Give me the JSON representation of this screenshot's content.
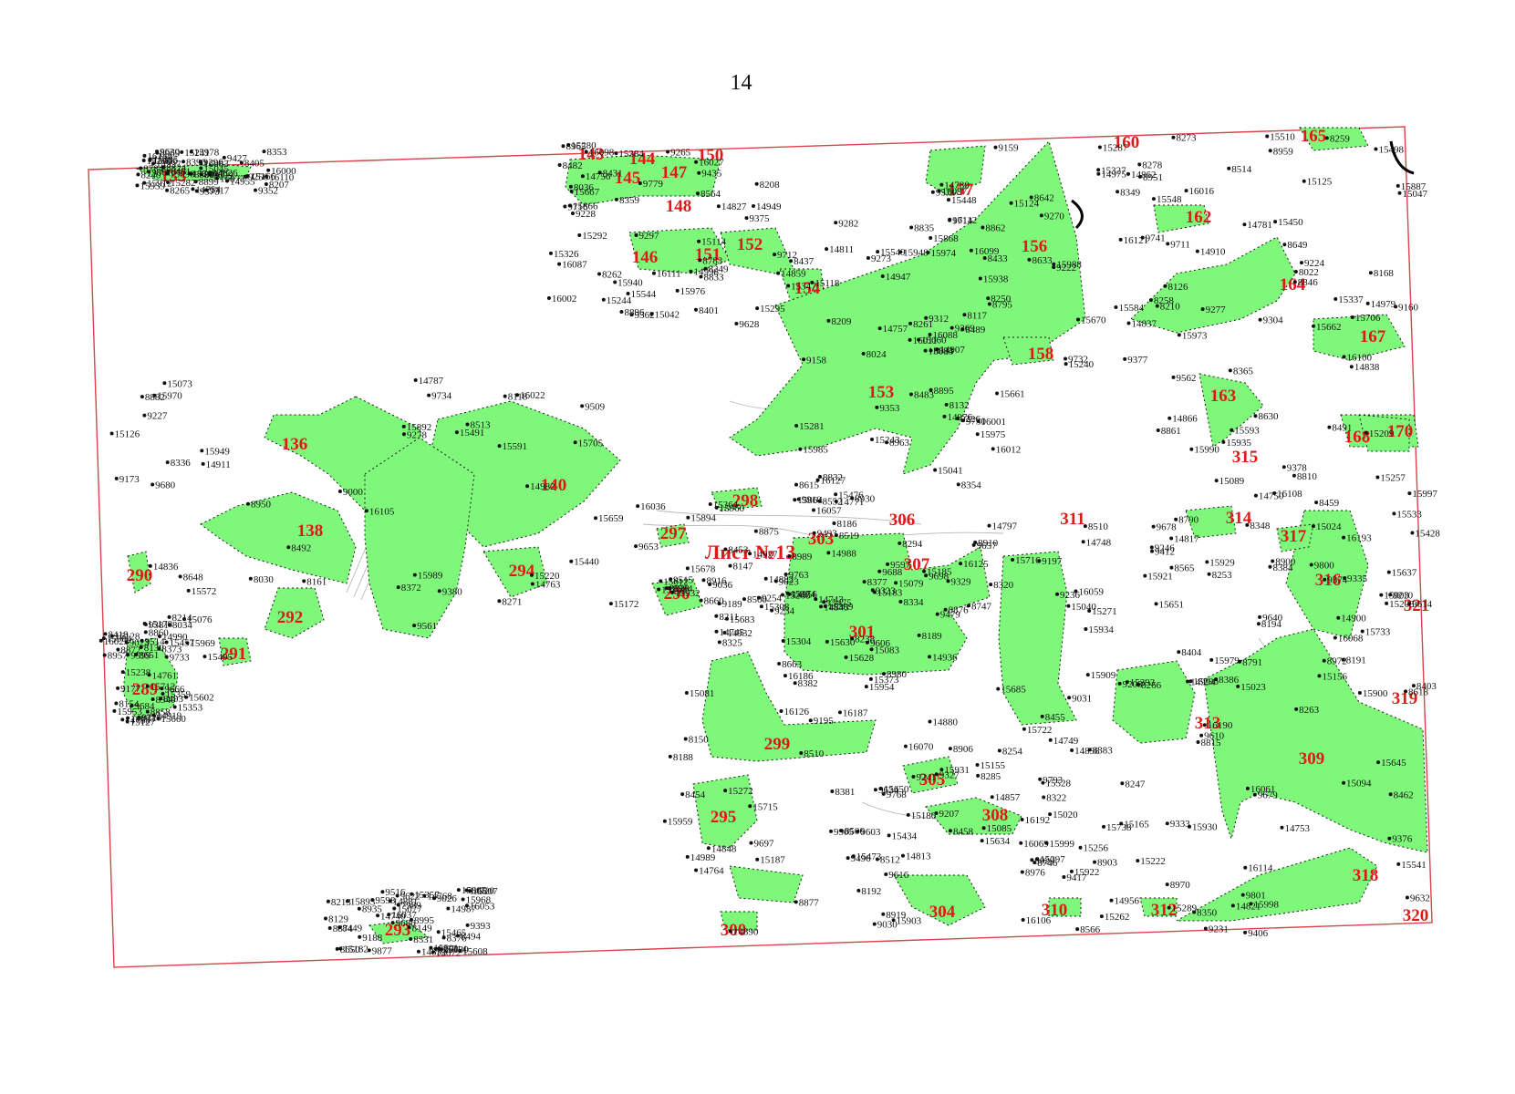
{
  "page": {
    "number": "14"
  },
  "sheet": {
    "label": "Лист №13"
  },
  "region_labels": [
    "133",
    "136",
    "138",
    "140",
    "143",
    "144",
    "145",
    "147",
    "148",
    "150",
    "151",
    "152",
    "146",
    "154",
    "153",
    "156",
    "157",
    "158",
    "160",
    "162",
    "163",
    "164",
    "165",
    "167",
    "168",
    "170",
    "289",
    "290",
    "291",
    "292",
    "293",
    "294",
    "295",
    "296",
    "297",
    "298",
    "299",
    "300",
    "301",
    "303",
    "304",
    "305",
    "306",
    "307",
    "308",
    "309",
    "310",
    "311",
    "312",
    "313",
    "314",
    "315",
    "316",
    "317",
    "318",
    "319",
    "320",
    "321"
  ],
  "point_labels": [
    "8037",
    "8036",
    "8024",
    "8023",
    "8022",
    "8030",
    "8034",
    "7989",
    "8552",
    "8510",
    "8519",
    "8566",
    "8565",
    "8618",
    "8561",
    "8564",
    "8615",
    "8642",
    "8649",
    "8648",
    "8651",
    "8650",
    "8660",
    "8663",
    "8747",
    "8746",
    "8790",
    "8791",
    "8784",
    "8783",
    "8795",
    "8633",
    "8630",
    "9000",
    "9023",
    "9026",
    "9036",
    "9030",
    "9031",
    "9029",
    "8810",
    "8815",
    "8824",
    "8833",
    "8832",
    "8835",
    "8846",
    "8860",
    "8858",
    "8995",
    "8994",
    "8980",
    "8989",
    "8976",
    "8972",
    "8970",
    "8969",
    "8965",
    "8963",
    "8951",
    "8959",
    "8950",
    "8957",
    "8935",
    "8930",
    "8916",
    "8910",
    "8906",
    "8900",
    "8903",
    "8899",
    "8896",
    "8895",
    "8862",
    "8861",
    "8882",
    "8872",
    "8874",
    "8875",
    "8877",
    "8876",
    "8919",
    "9374",
    "9376",
    "9373",
    "9375",
    "9353",
    "9377",
    "9378",
    "9380",
    "9381",
    "9393",
    "9493",
    "9496",
    "9479",
    "9417",
    "9412",
    "9406",
    "9427",
    "9435",
    "9158",
    "9159",
    "9160",
    "9173",
    "9177",
    "9188",
    "9189",
    "9195",
    "9197",
    "9207",
    "9210",
    "9203",
    "9296",
    "9297",
    "9282",
    "9312",
    "9304",
    "9509",
    "9514",
    "9516",
    "9515",
    "9323",
    "9329",
    "9327",
    "9335",
    "9333",
    "9352",
    "9362",
    "9369",
    "9571",
    "9562",
    "9561",
    "9599",
    "9598",
    "9597",
    "9603",
    "9606",
    "9616",
    "9614",
    "9610",
    "9609",
    "9228",
    "9226",
    "9222",
    "9224",
    "9227",
    "9229",
    "9250",
    "9254",
    "9234",
    "9236",
    "9241",
    "9246",
    "9231",
    "9256",
    "9265",
    "9273",
    "9270",
    "9277",
    "9278",
    "9666",
    "9622",
    "9653",
    "9623",
    "9657",
    "9624",
    "9640",
    "9632",
    "9630",
    "9628",
    "9730",
    "9732",
    "9741",
    "9734",
    "9733",
    "9877",
    "9910",
    "9905",
    "9763",
    "9768",
    "9678",
    "9679",
    "9717",
    "9716",
    "9712",
    "9714",
    "9711",
    "9680",
    "9684",
    "9686",
    "9688",
    "9697",
    "9698",
    "9793",
    "9800",
    "9801",
    "9861",
    "9779",
    "8132",
    "8117",
    "8126",
    "8118",
    "8130",
    "8129",
    "8186",
    "8188",
    "8189",
    "8192",
    "8194",
    "8191",
    "8207",
    "8208",
    "8209",
    "8210",
    "8168",
    "8161",
    "8154",
    "8149",
    "8147",
    "8150",
    "8294",
    "8285",
    "8266",
    "8263",
    "8265",
    "8262",
    "8261",
    "8278",
    "8273",
    "8271",
    "8214",
    "8213",
    "8211",
    "8220",
    "8238",
    "8254",
    "8253",
    "8247",
    "8240",
    "8249",
    "8250",
    "8258",
    "8259",
    "8336",
    "8340",
    "8331",
    "8334",
    "8325",
    "8320",
    "8322",
    "8348",
    "8350",
    "8353",
    "8359",
    "8354",
    "8349",
    "8365",
    "8372",
    "8373",
    "8376",
    "8377",
    "8381",
    "8382",
    "8383",
    "8384",
    "8386",
    "8390",
    "8431",
    "8437",
    "8433",
    "8514",
    "8513",
    "8418",
    "8449",
    "8453",
    "8454",
    "8455",
    "8458",
    "8459",
    "8462",
    "8481",
    "8482",
    "8483",
    "8489",
    "8491",
    "8492",
    "8493",
    "8494",
    "8500",
    "8506",
    "8510",
    "8512",
    "8403",
    "8404",
    "8405",
    "8401",
    "14859",
    "14862",
    "14866",
    "14763",
    "14761",
    "14768",
    "14771",
    "14764",
    "14797",
    "14813",
    "14817",
    "14821",
    "14826",
    "14827",
    "14811",
    "14780",
    "14781",
    "14787",
    "14788",
    "14740",
    "14743",
    "14745",
    "14748",
    "14749",
    "14750",
    "14753",
    "14754",
    "14756",
    "14757",
    "14837",
    "14838",
    "14836",
    "14833",
    "14832",
    "14845",
    "14848",
    "14856",
    "14857",
    "15003",
    "14994",
    "14997",
    "14998",
    "14976",
    "14975",
    "14979",
    "14982",
    "14990",
    "14987",
    "14988",
    "14989",
    "15040",
    "15020",
    "15024",
    "15023",
    "15045",
    "15042",
    "15041",
    "15060",
    "15047",
    "15073",
    "15076",
    "15077",
    "15079",
    "15081",
    "15083",
    "15085",
    "15089",
    "15094",
    "15098",
    "15114",
    "15118",
    "15124",
    "15125",
    "15126",
    "15127",
    "14881",
    "14882",
    "14890",
    "14880",
    "14898",
    "14900",
    "14956",
    "14955",
    "14949",
    "14947",
    "14907",
    "14910",
    "14911",
    "14919",
    "14920",
    "14927",
    "14932",
    "14936",
    "15155",
    "15156",
    "15165",
    "15166",
    "15326",
    "15347",
    "15327",
    "15337",
    "15172",
    "15178",
    "15182",
    "15183",
    "15187",
    "15185",
    "15186",
    "15203",
    "15222",
    "15241",
    "15244",
    "15243",
    "15240",
    "15209",
    "15220",
    "15238",
    "15307",
    "15308",
    "15309",
    "15304",
    "15297",
    "15296",
    "15289",
    "15290",
    "15292",
    "15295",
    "15287",
    "15498",
    "15491",
    "15495",
    "15501",
    "15268",
    "15272",
    "15271",
    "15256",
    "15257",
    "15262",
    "15282",
    "15280",
    "15281",
    "15584",
    "15593",
    "15591",
    "15602",
    "15608",
    "15612",
    "15628",
    "15630",
    "15634",
    "15637",
    "15979",
    "15978",
    "15976",
    "15975",
    "15974",
    "15973",
    "15970",
    "15969",
    "15968",
    "15960",
    "15959",
    "15954",
    "15999",
    "15997",
    "15998",
    "16000",
    "16002",
    "16001",
    "15448",
    "15450",
    "15440",
    "15457",
    "15465",
    "15476",
    "15473",
    "15475",
    "15528",
    "15533",
    "15541",
    "15546",
    "15544",
    "15549",
    "15548",
    "15510",
    "15572",
    "15359",
    "15357",
    "15364",
    "15373",
    "15374",
    "15434",
    "15428",
    "15393",
    "15395",
    "15384",
    "15985",
    "15988",
    "15990",
    "15989",
    "15353",
    "16053",
    "16057",
    "16070",
    "16059",
    "16069",
    "16068",
    "16061",
    "16144",
    "16098",
    "16099",
    "16097",
    "16100",
    "16105",
    "16128",
    "16130",
    "16127",
    "16126",
    "16125",
    "16106",
    "16108",
    "16114",
    "16110",
    "16111",
    "16112",
    "16121",
    "15706",
    "15705",
    "15712",
    "15714",
    "15701",
    "15715",
    "15716",
    "15722",
    "15733",
    "15738",
    "15666",
    "15667",
    "15661",
    "15670",
    "15662",
    "15659",
    "15660",
    "15672",
    "15678",
    "15683",
    "15685",
    "15650",
    "15651",
    "15645",
    "15939",
    "15940",
    "15948",
    "15938",
    "15935",
    "15949",
    "15953",
    "16037",
    "16036",
    "15932",
    "15934",
    "15931",
    "15929",
    "15930",
    "15877",
    "15866",
    "15868",
    "15884",
    "15887",
    "15892",
    "15904",
    "15893",
    "15894",
    "15903",
    "15909",
    "15922",
    "15921",
    "15900",
    "15912",
    "16027",
    "16012",
    "16011",
    "16016",
    "16022",
    "16025",
    "15865",
    "15864",
    "16186",
    "16187",
    "16192",
    "16193",
    "16190",
    "16083",
    "16087",
    "16088"
  ]
}
